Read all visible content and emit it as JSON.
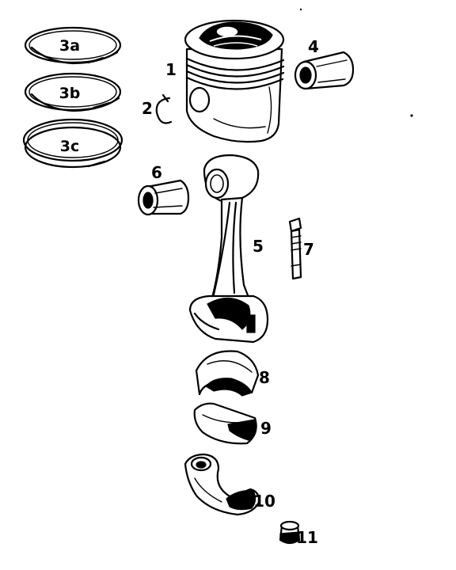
{
  "labels": {
    "piston": "1",
    "circlip": "2",
    "ring_top": "3a",
    "ring_middle": "3b",
    "ring_oil": "3c",
    "piston_pin": "4",
    "connecting_rod": "5",
    "small_end_bush": "6",
    "rod_bolt": "7",
    "bearing_shell_upper": "8",
    "bearing_shell_lower": "9",
    "bearing_cap": "10",
    "nut": "11"
  }
}
